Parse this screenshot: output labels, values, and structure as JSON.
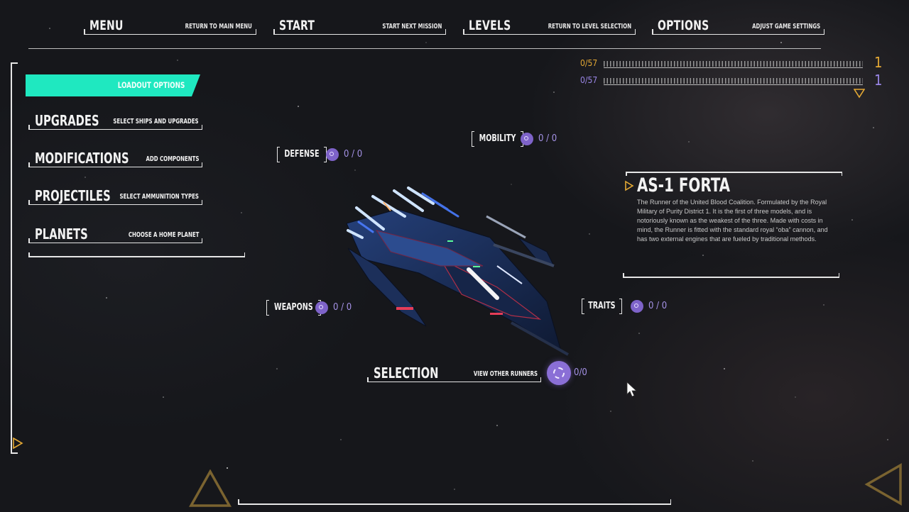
{
  "nav": [
    {
      "title": "MENU",
      "sub": "RETURN TO MAIN MENU"
    },
    {
      "title": "START",
      "sub": "START NEXT MISSION"
    },
    {
      "title": "LEVELS",
      "sub": "RETURN TO LEVEL SELECTION"
    },
    {
      "title": "OPTIONS",
      "sub": "ADJUST GAME SETTINGS"
    }
  ],
  "progress": [
    {
      "label": "0/57",
      "value": "1",
      "color": "#e3a834"
    },
    {
      "label": "0/57",
      "value": "1",
      "color": "#9a86e6"
    }
  ],
  "loadout": {
    "label": "LOADOUT OPTIONS"
  },
  "menu": [
    {
      "title": "UPGRADES",
      "sub": "SELECT SHIPS AND UPGRADES"
    },
    {
      "title": "MODIFICATIONS",
      "sub": "ADD COMPONENTS"
    },
    {
      "title": "PROJECTILES",
      "sub": "SELECT AMMUNITION TYPES"
    },
    {
      "title": "PLANETS",
      "sub": "CHOOSE A HOME PLANET"
    }
  ],
  "stats": {
    "defense": {
      "label": "DEFENSE",
      "value": "0 / 0"
    },
    "mobility": {
      "label": "MOBILITY",
      "value": "0 / 0"
    },
    "weapons": {
      "label": "WEAPONS",
      "value": "0 / 0"
    },
    "traits": {
      "label": "TRAITS",
      "value": "0 / 0"
    }
  },
  "selection": {
    "title": "SELECTION",
    "sub": "VIEW OTHER RUNNERS",
    "count": "0/0"
  },
  "ship": {
    "name": "AS-1 FORTA",
    "description": "The Runner of the United Blood Coalition. Formulated by the Royal Military of Purity District 1. It is the first of three models, and is notoriously known as the weakest of the three. Made with costs in mind, the Runner is fitted with the standard royal “oba” cannon, and has two external engines that are fueled by traditional methods."
  },
  "colors": {
    "accent": "#1fe8c0",
    "gold": "#e3a834",
    "purple": "#8a6fd6"
  }
}
